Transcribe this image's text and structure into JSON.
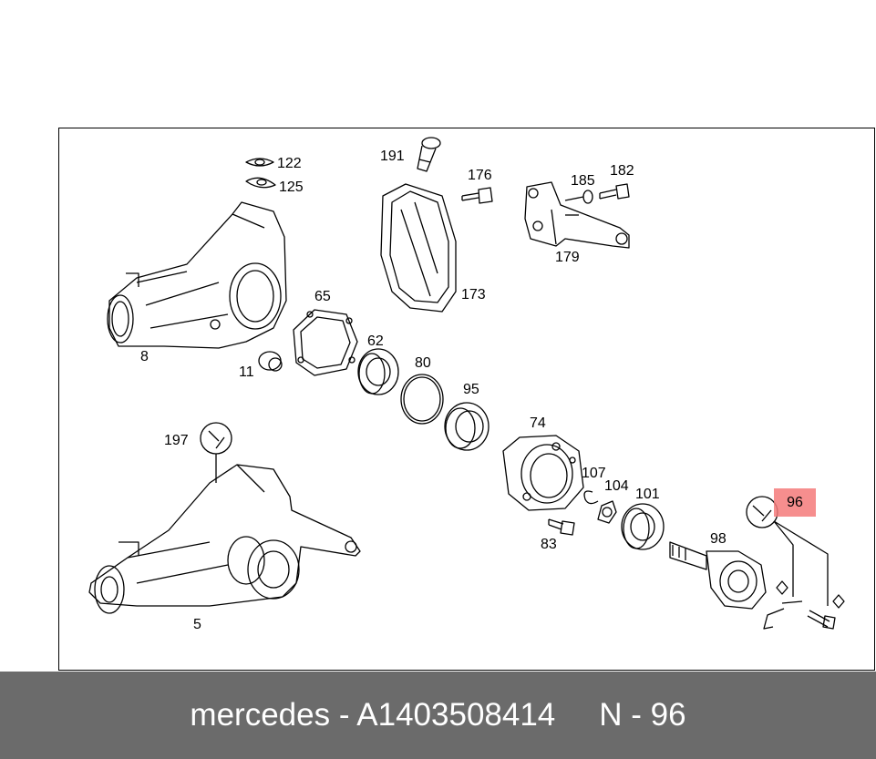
{
  "labels": {
    "p122": "122",
    "p125": "125",
    "p191": "191",
    "p176": "176",
    "p185": "185",
    "p182": "182",
    "p179": "179",
    "p173": "173",
    "p65": "65",
    "p8": "8",
    "p11": "11",
    "p62": "62",
    "p80": "80",
    "p95": "95",
    "p74": "74",
    "p197": "197",
    "p107": "107",
    "p104": "104",
    "p101": "101",
    "p83": "83",
    "p98": "98",
    "p5": "5",
    "p96": "96"
  },
  "footer": {
    "part_caption": "mercedes - A1403508414",
    "position_caption": "N - 96"
  }
}
